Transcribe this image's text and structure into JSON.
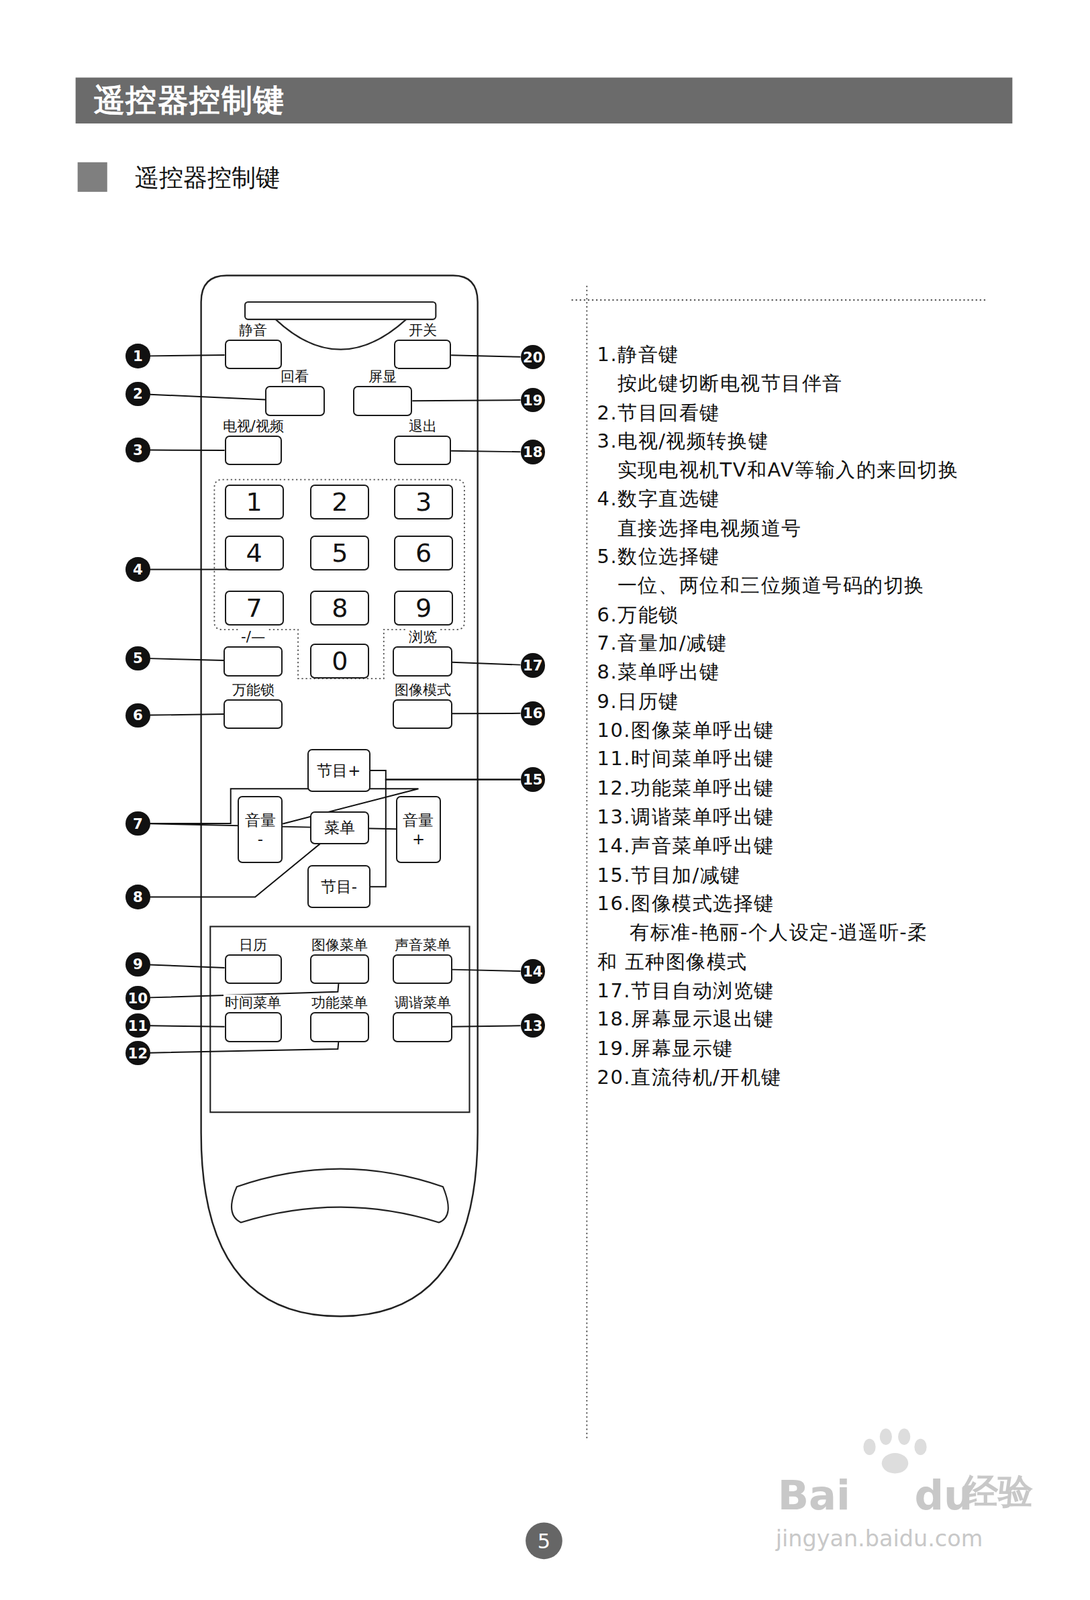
{
  "diagram": {
    "title": "遥控器控制键",
    "nodes": [
      {
        "text": [
          "静音"
        ]
      },
      {
        "text": [
          "开关"
        ]
      },
      {
        "text": [
          "回看"
        ]
      },
      {
        "text": [
          "屏显"
        ]
      },
      {
        "text": [
          "电视/视频"
        ]
      },
      {
        "text": [
          "退出"
        ]
      },
      {
        "text": [
          "1"
        ]
      },
      {
        "text": [
          "2"
        ]
      },
      {
        "text": [
          "3"
        ]
      },
      {
        "text": [
          "4"
        ]
      },
      {
        "text": [
          "5"
        ]
      },
      {
        "text": [
          "6"
        ]
      },
      {
        "text": [
          "7"
        ]
      },
      {
        "text": [
          "8"
        ]
      },
      {
        "text": [
          "9"
        ]
      },
      {
        "text": [
          "-/—"
        ]
      },
      {
        "text": [
          "0"
        ]
      },
      {
        "text": [
          "浏览"
        ]
      },
      {
        "text": [
          "万能锁"
        ]
      },
      {
        "text": [
          "图像模式"
        ]
      },
      {
        "text": [
          "节目+"
        ]
      },
      {
        "text": [
          "音量 -"
        ]
      },
      {
        "text": [
          "菜单"
        ]
      },
      {
        "text": [
          "音量 +"
        ]
      },
      {
        "text": [
          "节目-"
        ]
      },
      {
        "text": [
          "日历"
        ]
      },
      {
        "text": [
          "图像菜单"
        ]
      },
      {
        "text": [
          "声音菜单"
        ]
      },
      {
        "text": [
          "时间菜单"
        ]
      },
      {
        "text": [
          "功能菜单"
        ]
      },
      {
        "text": [
          "调谐菜单"
        ]
      },
      {
        "text": [
          "1"
        ]
      },
      {
        "text": [
          "2"
        ]
      },
      {
        "text": [
          "3"
        ]
      },
      {
        "text": [
          "4"
        ]
      },
      {
        "text": [
          "5"
        ]
      },
      {
        "text": [
          "6"
        ]
      },
      {
        "text": [
          "7"
        ]
      },
      {
        "text": [
          "8"
        ]
      },
      {
        "text": [
          "9"
        ]
      },
      {
        "text": [
          "10"
        ]
      },
      {
        "text": [
          "11"
        ]
      },
      {
        "text": [
          "12"
        ]
      },
      {
        "text": [
          "13"
        ]
      },
      {
        "text": [
          "14"
        ]
      },
      {
        "text": [
          "15"
        ]
      },
      {
        "text": [
          "16"
        ]
      },
      {
        "text": [
          "17"
        ]
      },
      {
        "text": [
          "18"
        ]
      },
      {
        "text": [
          "19"
        ]
      },
      {
        "text": [
          "20"
        ]
      }
    ],
    "edges": [
      {
        "from": 31,
        "to": 0,
        "arrow": "none"
      },
      {
        "from": 32,
        "to": 2,
        "arrow": "none"
      },
      {
        "from": 33,
        "to": 4,
        "arrow": "none"
      },
      {
        "from": 35,
        "to": 15,
        "arrow": "none"
      },
      {
        "from": 36,
        "to": 18,
        "arrow": "none"
      },
      {
        "from": 37,
        "to": 21,
        "arrow": "none"
      },
      {
        "from": 37,
        "to": 23,
        "arrow": "none"
      },
      {
        "from": 38,
        "to": 22,
        "arrow": "none"
      },
      {
        "from": 39,
        "to": 25,
        "arrow": "none"
      },
      {
        "from": 40,
        "to": 26,
        "arrow": "none"
      },
      {
        "from": 41,
        "to": 28,
        "arrow": "none"
      },
      {
        "from": 42,
        "to": 29,
        "arrow": "none"
      },
      {
        "from": 43,
        "to": 30,
        "arrow": "none"
      },
      {
        "from": 44,
        "to": 27,
        "arrow": "none"
      },
      {
        "from": 45,
        "to": 20,
        "arrow": "none"
      },
      {
        "from": 45,
        "to": 24,
        "arrow": "none"
      },
      {
        "from": 46,
        "to": 19,
        "arrow": "none"
      },
      {
        "from": 47,
        "to": 17,
        "arrow": "none"
      },
      {
        "from": 48,
        "to": 5,
        "arrow": "none"
      },
      {
        "from": 49,
        "to": 3,
        "arrow": "none"
      },
      {
        "from": 50,
        "to": 1,
        "arrow": "none"
      }
    ],
    "labels": [
      "遥控器控制键",
      "1.静音键",
      "按此键切断电视节目伴音",
      "2.节目回看键",
      "3.电视/视频转换键",
      "实现电视机TV和AV等输入的来回切换",
      "4.数字直选键",
      "直接选择电视频道号",
      "5.数位选择键",
      "一位、两位和三位频道号码的切换",
      "6.万能锁",
      "7.音量加/减键",
      "8.菜单呼出键",
      "9.日历键",
      "10.图像菜单呼出键",
      "11.时间菜单呼出键",
      "12.功能菜单呼出键",
      "13.调谐菜单呼出键",
      "14.声音菜单呼出键",
      "15.节目加/减键",
      "16.图像模式选择键",
      "有标准-艳丽-个人设定-逍遥听-柔和 五种图像模式",
      "17.节目自动浏览键",
      "18.屏幕显示退出键",
      "19.屏幕显示键",
      "20.直流待机/开机键",
      "5",
      "Bai",
      "du",
      "经验",
      "jingyan.baidu.com"
    ]
  }
}
